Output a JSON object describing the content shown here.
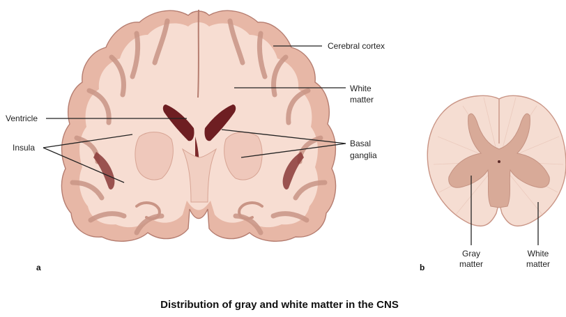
{
  "figure": {
    "caption": "Distribution of gray and white matter in the CNS",
    "panel_a": {
      "letter": "a",
      "labels": {
        "cerebral_cortex": "Cerebral cortex",
        "white_matter_1": "White",
        "white_matter_2": "matter",
        "ventricle": "Ventricle",
        "insula": "Insula",
        "basal_ganglia_1": "Basal",
        "basal_ganglia_2": "ganglia"
      }
    },
    "panel_b": {
      "letter": "b",
      "labels": {
        "gray_matter_1": "Gray",
        "gray_matter_2": "matter",
        "white_matter_1": "White",
        "white_matter_2": "matter"
      }
    }
  },
  "colors": {
    "white_matter": "#f7ddd2",
    "gray_matter": "#e7b7a6",
    "cortex_outline": "#b57d70",
    "ventricle": "#6e1e22",
    "basal_ganglia": "#efc8bb",
    "spinal_white": "#f5ddd2",
    "spinal_gray": "#d8aa98"
  }
}
